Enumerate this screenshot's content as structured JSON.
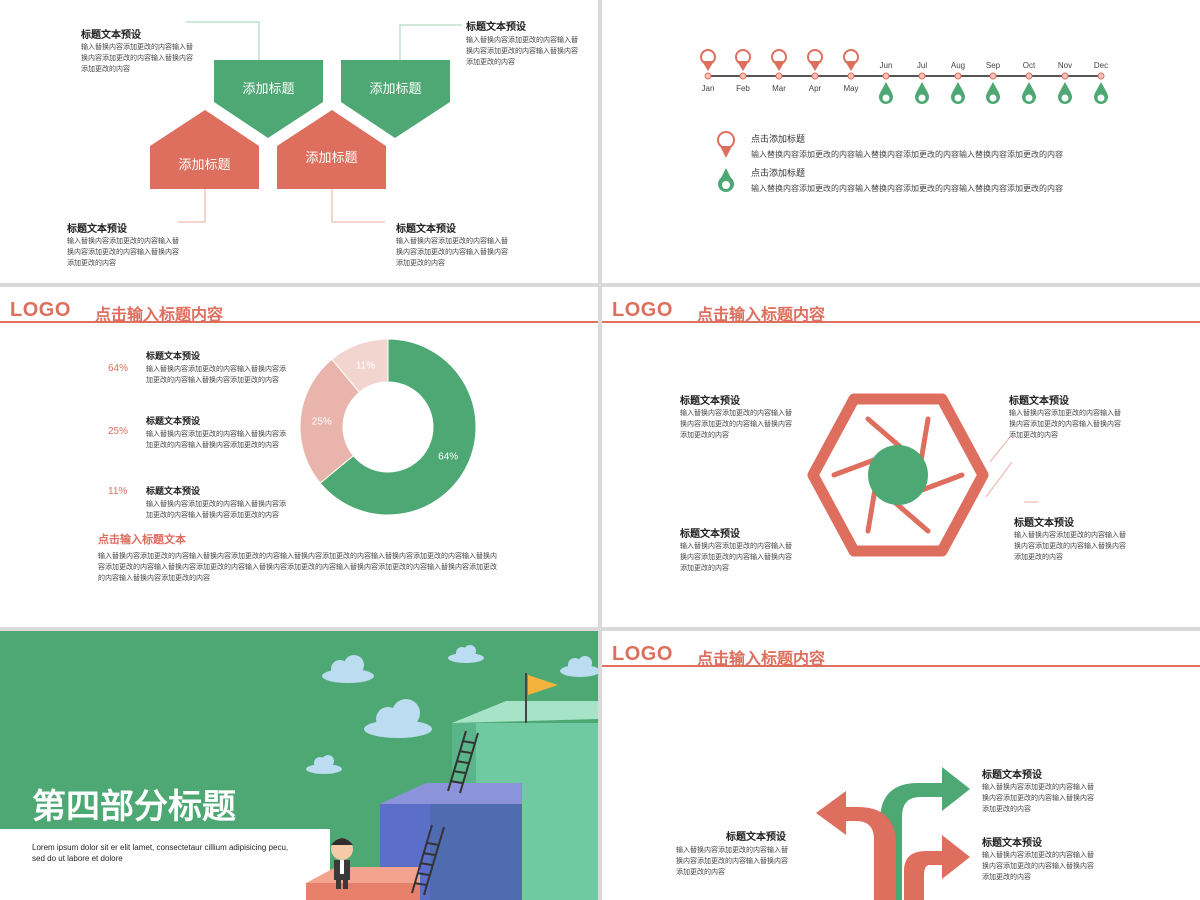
{
  "colors": {
    "green": "#4ea874",
    "salmon": "#de6e5d",
    "pink": "#e8b4ab",
    "sky": "#bcdcf2"
  },
  "slide1": {
    "shapes": [
      "添加标题",
      "添加标题",
      "添加标题",
      "添加标题"
    ],
    "blocks": [
      {
        "heading": "标题文本预设",
        "body": "输入替换内容添加更改的内容输入替换内容添加更改的内容输入替换内容添加更改的内容"
      },
      {
        "heading": "标题文本预设",
        "body": "输入替换内容添加更改的内容输入替换内容添加更改的内容输入替换内容添加更改的内容"
      },
      {
        "heading": "标题文本预设",
        "body": "输入替换内容添加更改的内容输入替换内容添加更改的内容输入替换内容添加更改的内容"
      },
      {
        "heading": "标题文本预设",
        "body": "输入替换内容添加更改的内容输入替换内容添加更改的内容输入替换内容添加更改的内容"
      }
    ]
  },
  "slide2": {
    "months_top": [
      "Jun",
      "Jul",
      "Aug",
      "Sep",
      "Oct",
      "Nov",
      "Dec"
    ],
    "months_bottom": [
      "Jan",
      "Feb",
      "Mar",
      "Apr",
      "May"
    ],
    "legend": [
      {
        "title": "点击添加标题",
        "body": "输入替换内容添加更改的内容输入替换内容添加更改的内容输入替换内容添加更改的内容"
      },
      {
        "title": "点击添加标题",
        "body": "输入替换内容添加更改的内容输入替换内容添加更改的内容输入替换内容添加更改的内容"
      }
    ]
  },
  "slide3": {
    "logo": "LOGO",
    "title": "点击输入标题内容",
    "items": [
      {
        "pct": "64%",
        "heading": "标题文本预设",
        "body": "输入替换内容添加更改的内容输入替换内容添加更改的内容输入替换内容添加更改的内容"
      },
      {
        "pct": "25%",
        "heading": "标题文本预设",
        "body": "输入替换内容添加更改的内容输入替换内容添加更改的内容输入替换内容添加更改的内容"
      },
      {
        "pct": "11%",
        "heading": "标题文本预设",
        "body": "输入替换内容添加更改的内容输入替换内容添加更改的内容输入替换内容添加更改的内容"
      }
    ],
    "donut": [
      {
        "label": "64%",
        "value": 64,
        "color": "#4ea874"
      },
      {
        "label": "25%",
        "value": 25,
        "color": "#e8b4ab"
      },
      {
        "label": "11%",
        "value": 11,
        "color": "#f2d5cf"
      }
    ],
    "subtitle": "点击输入标题文本",
    "paragraph": "输入替换内容添加更改的内容输入替换内容添加更改的内容输入替换内容添加更改的内容输入替换内容添加更改的内容输入替换内容添加更改的内容输入替换内容添加更改的内容输入替换内容添加更改的内容输入替换内容添加更改的内容输入替换内容添加更改的内容输入替换内容添加更改的内容"
  },
  "slide4": {
    "logo": "LOGO",
    "title": "点击输入标题内容",
    "blocks": [
      {
        "heading": "标题文本预设",
        "body": "输入替换内容添加更改的内容输入替换内容添加更改的内容输入替换内容添加更改的内容"
      },
      {
        "heading": "标题文本预设",
        "body": "输入替换内容添加更改的内容输入替换内容添加更改的内容输入替换内容添加更改的内容"
      },
      {
        "heading": "标题文本预设",
        "body": "输入替换内容添加更改的内容输入替换内容添加更改的内容输入替换内容添加更改的内容"
      },
      {
        "heading": "标题文本预设",
        "body": "输入替换内容添加更改的内容输入替换内容添加更改的内容输入替换内容添加更改的内容"
      }
    ]
  },
  "slide5": {
    "title": "第四部分标题",
    "lorem": "Lorem ipsum dolor sit er elit lamet, consectetaur cillium adipisicing pecu, sed do ut labore et dolore"
  },
  "slide6": {
    "logo": "LOGO",
    "title": "点击输入标题内容",
    "blocks": [
      {
        "heading": "标题文本预设",
        "body": "输入替换内容添加更改的内容输入替换内容添加更改的内容输入替换内容添加更改的内容"
      },
      {
        "heading": "标题文本预设",
        "body": "输入替换内容添加更改的内容输入替换内容添加更改的内容输入替换内容添加更改的内容"
      },
      {
        "heading": "标题文本预设",
        "body": "输入替换内容添加更改的内容输入替换内容添加更改的内容输入替换内容添加更改的内容"
      }
    ]
  }
}
